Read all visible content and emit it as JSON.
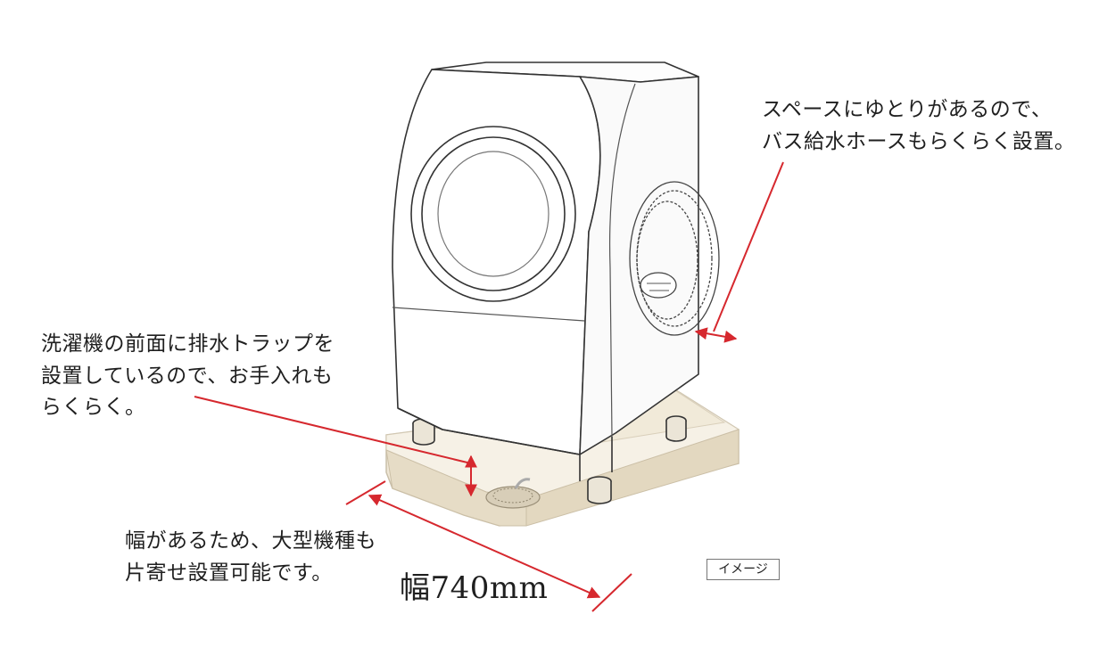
{
  "captions": {
    "hose": [
      "スペースにゆとりがあるので、",
      "バス給水ホースもらくらく設置。"
    ],
    "trap": [
      "洗濯機の前面に排水トラップを",
      "設置しているので、お手入れも",
      "らくらく。"
    ],
    "width": [
      "幅があるため、大型機種も",
      "片寄せ設置可能です。"
    ]
  },
  "dimension_label": "幅740mm",
  "image_badge": "イメージ",
  "colors": {
    "annotation_line": "#d6282e",
    "pan_fill": "#efe7d6",
    "machine_stroke": "#333333",
    "text": "#1f1f1f"
  },
  "icons": [
    "washing-machine-illustration",
    "drain-pan-illustration",
    "shower-hose-illustration",
    "drain-trap-illustration"
  ]
}
